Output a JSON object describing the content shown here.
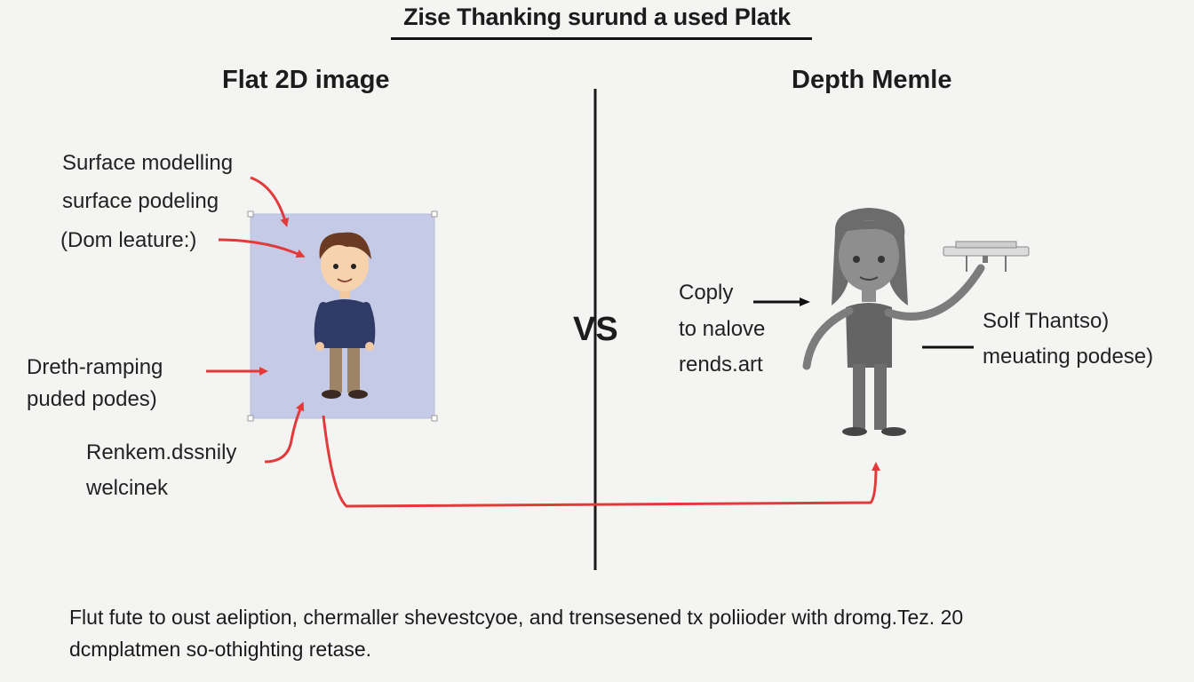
{
  "title": "Zise Thanking surund a used Platk",
  "left": {
    "heading": "Flat 2D image",
    "labels": {
      "surface_modelling": "Surface modelling",
      "surface_podeling": "surface podeling",
      "dom_leature": "(Dom leature:)",
      "dreth_ramping": "Dreth-ramping",
      "puded_podes": "puded podes)",
      "renkem": "Renkem.dssnily",
      "welcinek": "welcinek"
    }
  },
  "center": {
    "vs": "VS"
  },
  "right": {
    "heading": "Depth Memle",
    "labels": {
      "coply": "Coply",
      "to_nalove": "to nalove",
      "rends_art": "rends.art",
      "solf_thantso": "Solf Thantso)",
      "meuating_podese": "meuating podese)"
    }
  },
  "caption": {
    "line1": "Flut fute to oust aeliption, chermaller shevestcyoe, and trensesened tx poliioder with dromg.Tez. 20",
    "line2": "dcmplatmen so-othighting retase."
  },
  "colors": {
    "accent_arrow": "#e23a3a",
    "flat_panel": "#c5cbe6",
    "divider": "#1a1a1a",
    "figure_gray": "#7a7a7a"
  }
}
